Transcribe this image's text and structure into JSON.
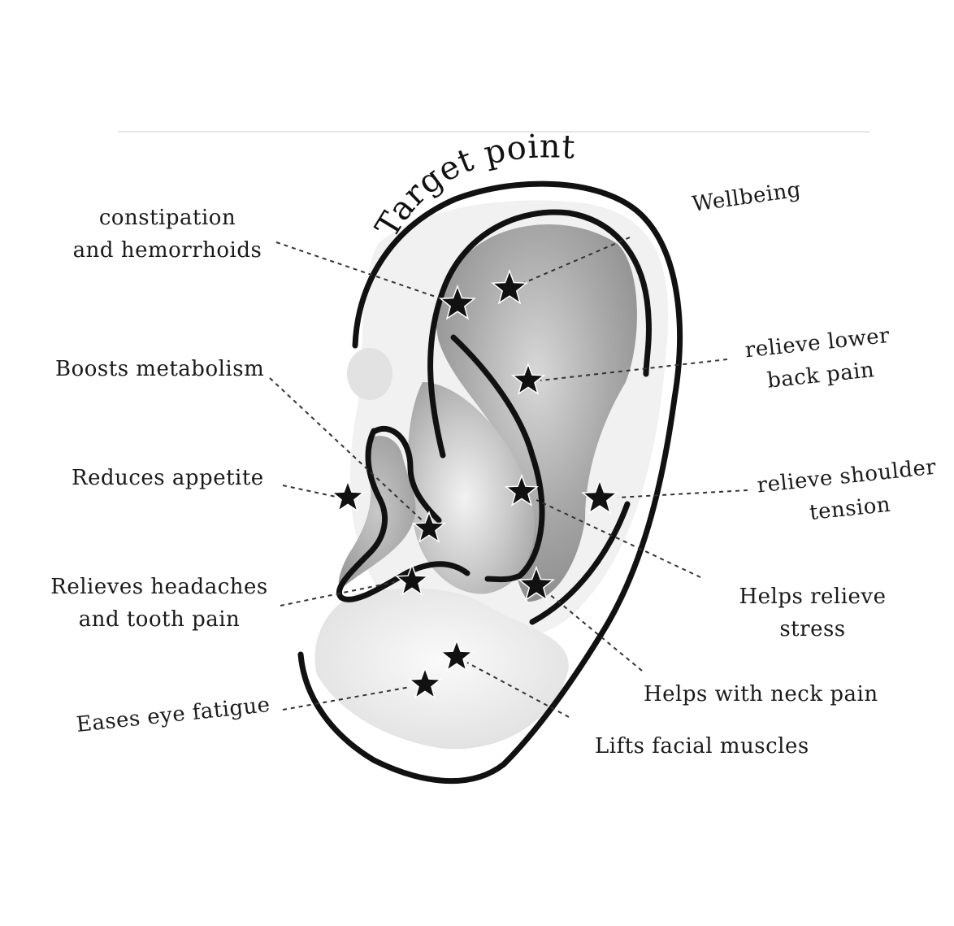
{
  "title": "Target points",
  "colors": {
    "ink": "#111111",
    "shade_dark": "#9a9a9a",
    "shade_mid": "#c4c4c4",
    "shade_light": "#e6e6e6",
    "background": "#ffffff"
  },
  "points": [
    {
      "id": "constipation",
      "lines": [
        "constipation",
        "and hemorrhoids"
      ]
    },
    {
      "id": "metabolism",
      "lines": [
        "Boosts metabolism"
      ]
    },
    {
      "id": "appetite",
      "lines": [
        "Reduces appetite"
      ]
    },
    {
      "id": "headaches",
      "lines": [
        "Relieves headaches",
        "and tooth pain"
      ]
    },
    {
      "id": "eye-fatigue",
      "lines": [
        "Eases eye fatigue"
      ]
    },
    {
      "id": "wellbeing",
      "lines": [
        "Wellbeing"
      ]
    },
    {
      "id": "lower-back",
      "lines": [
        "relieve  lower",
        "back pain"
      ]
    },
    {
      "id": "shoulder",
      "lines": [
        "relieve shoulder",
        "tension"
      ]
    },
    {
      "id": "stress",
      "lines": [
        "Helps relieve",
        "stress"
      ]
    },
    {
      "id": "neck",
      "lines": [
        "Helps with neck pain"
      ]
    },
    {
      "id": "facial",
      "lines": [
        "Lifts facial muscles"
      ]
    }
  ],
  "icons": {
    "point_marker": "star-icon"
  }
}
